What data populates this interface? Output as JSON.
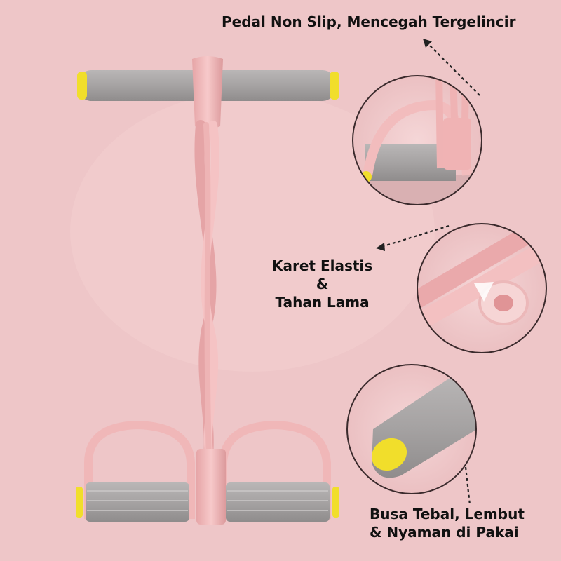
{
  "annotations": {
    "pedal": {
      "text": "Pedal Non Slip, Mencegah Tergelincir"
    },
    "karet": {
      "lines": [
        "Karet Elastis",
        "&",
        "Tahan Lama"
      ]
    },
    "busa": {
      "lines": [
        "Busa Tebal, Lembut",
        "& Nyaman di Pakai"
      ]
    }
  },
  "colors": {
    "background": "#eec6c8",
    "tube": "#f0b7b8",
    "foam": "#a9a6a6",
    "cap": "#f1de2b"
  }
}
